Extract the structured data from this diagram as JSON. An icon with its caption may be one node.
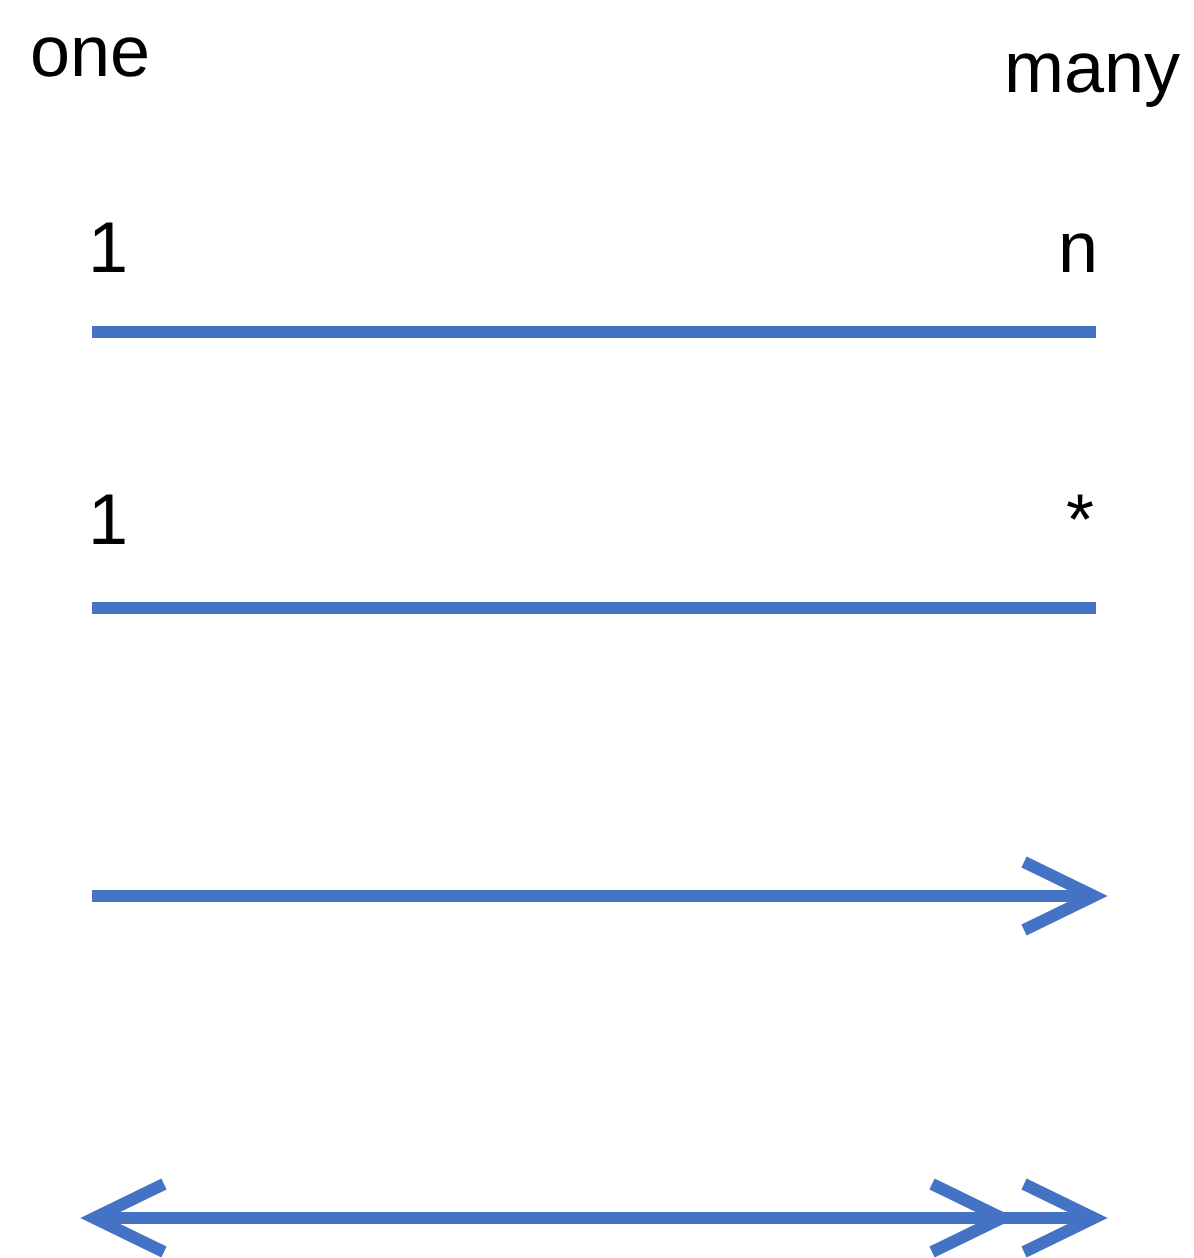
{
  "diagram": {
    "labels": [
      "one",
      "many",
      "1",
      "n",
      "1",
      "*"
    ]
  }
}
